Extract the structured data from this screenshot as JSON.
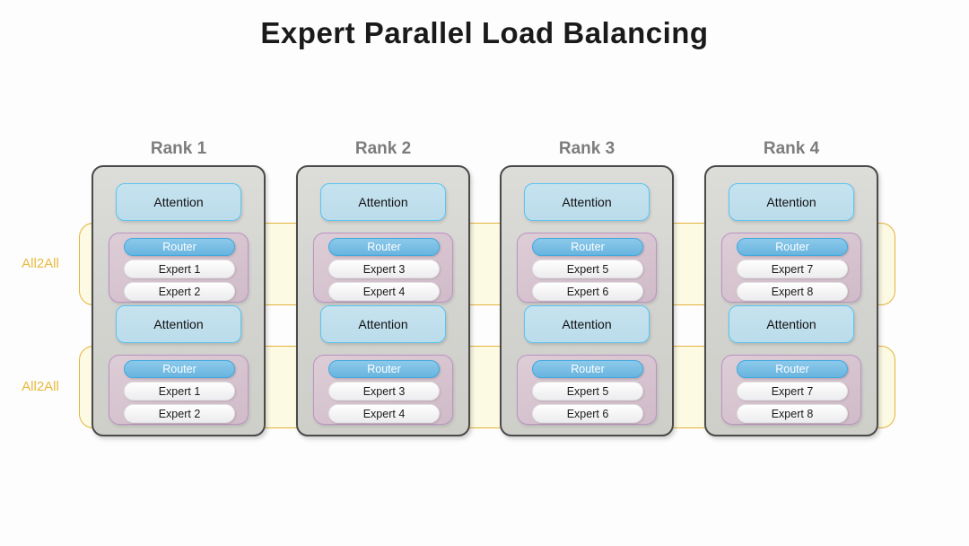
{
  "title": "Expert Parallel Load Balancing",
  "bands": [
    {
      "label": "All2All"
    },
    {
      "label": "All2All"
    }
  ],
  "block_labels": {
    "attention": "Attention",
    "router": "Router"
  },
  "colors": {
    "band_border": "#E3B33A",
    "band_fill": "#FDFAE4",
    "band_label": "#E8B93C",
    "rank_title": "#7d7d7d",
    "rank_card_fill": "#D4D4D0",
    "rank_card_border": "#4a4a4a",
    "attention_fill": "#BFDCEB",
    "attention_border": "#5BC4F1",
    "router_fill": "#6FB8E0",
    "router_text": "#FFFFFF",
    "moe_fill": "#D6C3CE",
    "moe_border": "#BC93C2",
    "expert_fill": "#F4F3F4",
    "title_color": "#1a1a1a"
  },
  "ranks": [
    {
      "title": "Rank 1",
      "layers": [
        {
          "attention": "Attention",
          "router": "Router",
          "experts": [
            "Expert 1",
            "Expert 2"
          ]
        },
        {
          "attention": "Attention",
          "router": "Router",
          "experts": [
            "Expert 1",
            "Expert 2"
          ]
        }
      ]
    },
    {
      "title": "Rank 2",
      "layers": [
        {
          "attention": "Attention",
          "router": "Router",
          "experts": [
            "Expert 3",
            "Expert 4"
          ]
        },
        {
          "attention": "Attention",
          "router": "Router",
          "experts": [
            "Expert 3",
            "Expert 4"
          ]
        }
      ]
    },
    {
      "title": "Rank 3",
      "layers": [
        {
          "attention": "Attention",
          "router": "Router",
          "experts": [
            "Expert 5",
            "Expert 6"
          ]
        },
        {
          "attention": "Attention",
          "router": "Router",
          "experts": [
            "Expert 5",
            "Expert 6"
          ]
        }
      ]
    },
    {
      "title": "Rank 4",
      "layers": [
        {
          "attention": "Attention",
          "router": "Router",
          "experts": [
            "Expert 7",
            "Expert 8"
          ]
        },
        {
          "attention": "Attention",
          "router": "Router",
          "experts": [
            "Expert 7",
            "Expert 8"
          ]
        }
      ]
    }
  ]
}
